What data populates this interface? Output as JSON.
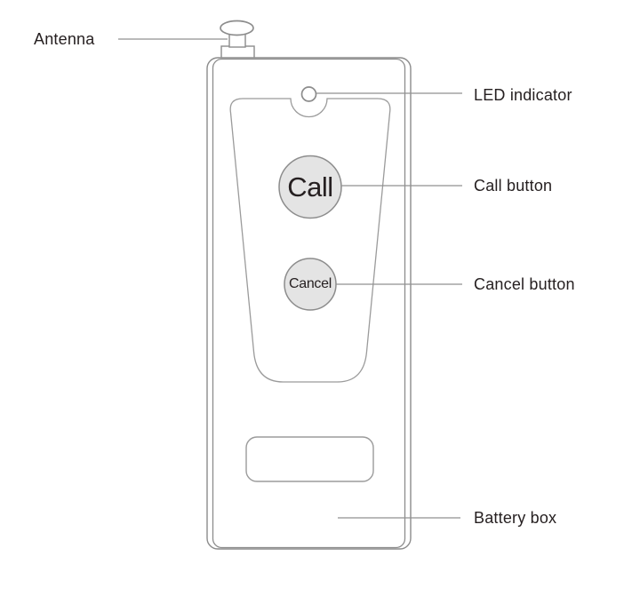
{
  "callouts": {
    "antenna": "Antenna",
    "led_indicator": "LED indicator",
    "call_button": "Call button",
    "cancel_button": "Cancel button",
    "battery_box": "Battery box"
  },
  "device": {
    "call_label": "Call",
    "cancel_label": "Cancel"
  },
  "colors": {
    "background": "#ffffff",
    "outline": "#8c8c8c",
    "panel_line": "#9b9b9b",
    "leader_line": "#919191",
    "button_fill": "#e4e4e4",
    "label_text": "#262021"
  }
}
